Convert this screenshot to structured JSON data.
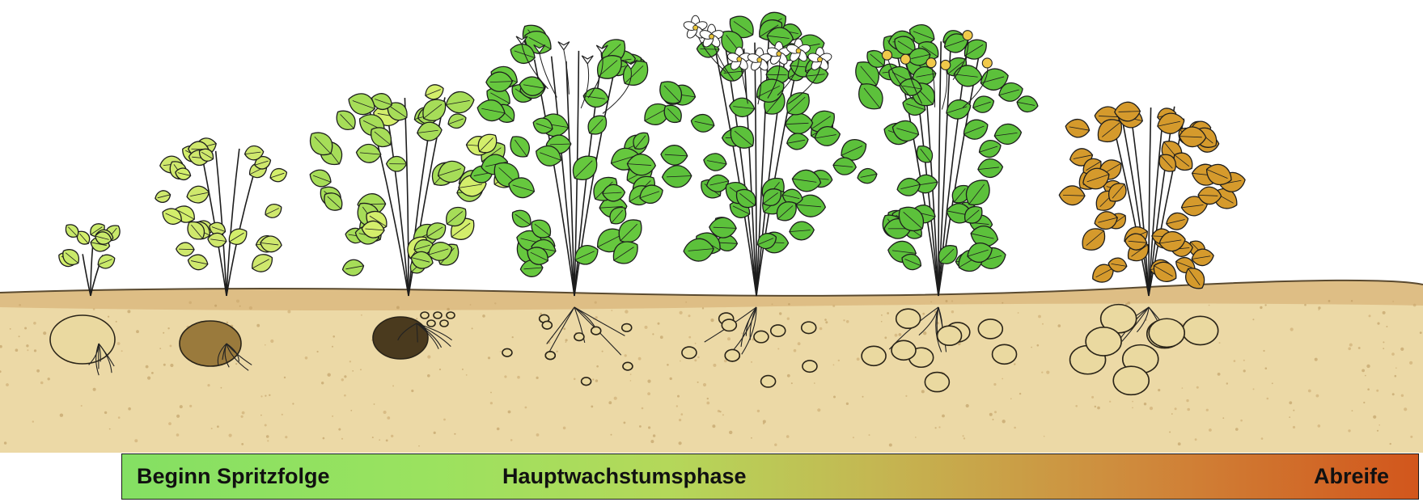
{
  "stage_bar": {
    "labels": [
      "Beginn Spritzfolge",
      "Hauptwachstumsphase",
      "Abreife"
    ],
    "gradient_colors": [
      "#84e063",
      "#b4d85a",
      "#cf8a3c",
      "#d2561c"
    ]
  },
  "scene": {
    "soil_color": "#ecd9a6",
    "soil_dark_color": "#d9b47a",
    "young_leaf_color": "#d3ee6b",
    "leaf_color": "#66c83e",
    "ripe_leaf_color": "#d59a2c",
    "tuber_color": "#ead9a0",
    "seed_tuber_old_color": "#9a7a3c",
    "seed_tuber_rotten_color": "#4a3a1e"
  },
  "plants": [
    {
      "stage": "emergence",
      "leaf_color": "#c9ea6a",
      "flowers": "none",
      "tubers": "seed"
    },
    {
      "stage": "early-growth",
      "leaf_color": "#cfe86d",
      "flowers": "none",
      "tubers": "seed-old"
    },
    {
      "stage": "tuber-initiation",
      "leaf_color": "#a6dd58",
      "flowers": "none",
      "tubers": "seed-rotten"
    },
    {
      "stage": "budding",
      "leaf_color": "#66c83e",
      "flowers": "buds",
      "tubers": "initiation"
    },
    {
      "stage": "flowering",
      "leaf_color": "#5cc13b",
      "flowers": "white",
      "tubers": "small"
    },
    {
      "stage": "tuber-bulking",
      "leaf_color": "#5cc13b",
      "flowers": "berries",
      "tubers": "medium"
    },
    {
      "stage": "maturation",
      "leaf_color": "#d59a2c",
      "flowers": "none",
      "tubers": "large"
    }
  ]
}
